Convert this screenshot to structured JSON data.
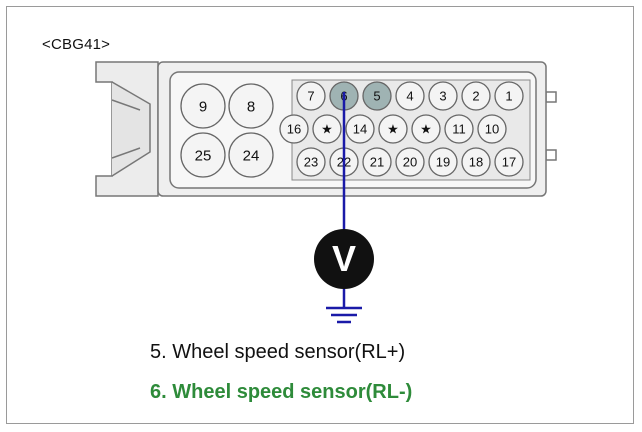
{
  "connector_label": "<CBG41>",
  "large_pins": [
    "9",
    "8",
    "25",
    "24"
  ],
  "pin_rows": {
    "top": [
      "7",
      "6",
      "5",
      "4",
      "3",
      "2",
      "1"
    ],
    "middle": [
      "16",
      "★",
      "14",
      "★",
      "★",
      "11",
      "10"
    ],
    "bottom": [
      "23",
      "22",
      "21",
      "20",
      "19",
      "18",
      "17"
    ]
  },
  "highlighted_pins": [
    "6",
    "5"
  ],
  "meter_symbol": "V",
  "captions": {
    "line1": "5. Wheel speed sensor(RL+)",
    "line2": "6. Wheel speed sensor(RL-)"
  },
  "colors": {
    "wire": "#1a1aa8",
    "highlight_pin": "#9fb3b3",
    "caption_highlight": "#2e8b3a"
  }
}
